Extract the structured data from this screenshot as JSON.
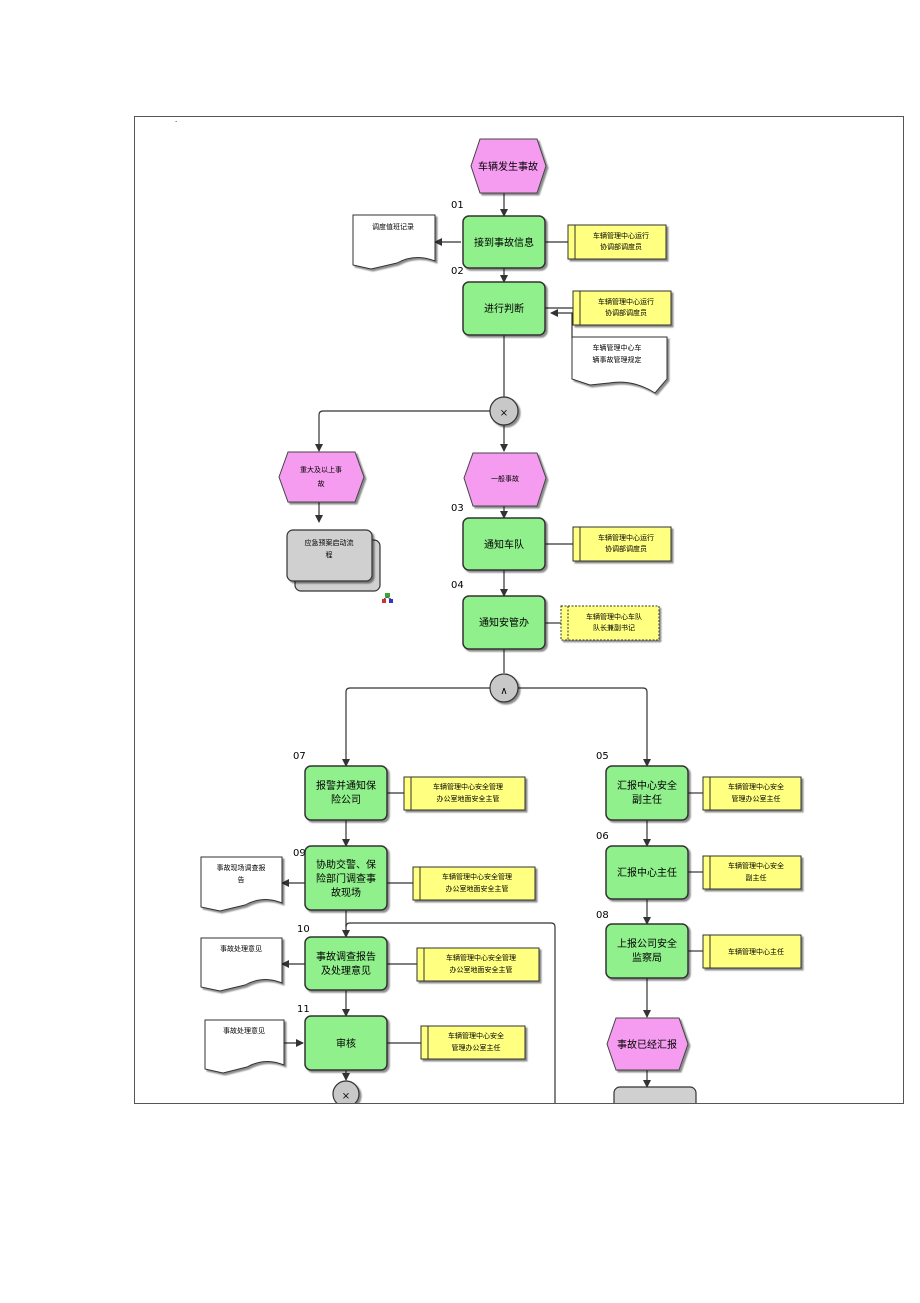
{
  "colors": {
    "event": "#f69cf0",
    "function": "#90f08c",
    "role": "#ffff80",
    "process": "#d0d0d0",
    "connector": "#c8c8c8",
    "line": "#333333"
  },
  "diagram": {
    "top_mark": "·",
    "event_start": "车辆发生事故",
    "step_01": {
      "number": "01",
      "label": "接到事故信息",
      "role": [
        "车辆管理中心运行",
        "协调部调度员"
      ],
      "doc": "调度值班记录"
    },
    "step_02": {
      "number": "02",
      "label": "进行判断",
      "role": [
        "车辆管理中心运行",
        "协调部调度员"
      ],
      "doc": [
        "车辆管理中心车",
        "辆事故管理规定"
      ]
    },
    "xor_symbol": "×",
    "event_major": [
      "重大及以上事",
      "故"
    ],
    "process_emergency": [
      "应急预案启动流",
      "程"
    ],
    "event_general": "一般事故",
    "step_03": {
      "number": "03",
      "label": "通知车队",
      "role": [
        "车辆管理中心运行",
        "协调部调度员"
      ]
    },
    "step_04": {
      "number": "04",
      "label": "通知安管办",
      "role": [
        "车辆管理中心车队",
        "队长兼副书记"
      ]
    },
    "and_symbol": "∧",
    "step_07": {
      "number": "07",
      "label": [
        "报警并通知保",
        "险公司"
      ],
      "role": [
        "车辆管理中心安全管理",
        "办公室地面安全主管"
      ]
    },
    "step_09": {
      "number": "09",
      "label": [
        "协助交警、保",
        "险部门调查事",
        "故现场"
      ],
      "role": [
        "车辆管理中心安全管理",
        "办公室地面安全主管"
      ],
      "doc": [
        "事故现场调查报",
        "告"
      ]
    },
    "step_10": {
      "number": "10",
      "label": [
        "事故调查报告",
        "及处理意见"
      ],
      "role": [
        "车辆管理中心安全管理",
        "办公室地面安全主管"
      ],
      "doc": "事故处理意见"
    },
    "step_11": {
      "number": "11",
      "label": "审核",
      "role": [
        "车辆管理中心安全",
        "管理办公室主任"
      ],
      "doc": "事故处理意见"
    },
    "step_05": {
      "number": "05",
      "label": [
        "汇报中心安全",
        "副主任"
      ],
      "role": [
        "车辆管理中心安全",
        "管理办公室主任"
      ]
    },
    "step_06": {
      "number": "06",
      "label": "汇报中心主任",
      "role": [
        "车辆管理中心安全",
        "副主任"
      ]
    },
    "step_08": {
      "number": "08",
      "label": [
        "上报公司安全",
        "监察局"
      ],
      "role": "车辆管理中心主任"
    },
    "event_reported": "事故已经汇报"
  }
}
